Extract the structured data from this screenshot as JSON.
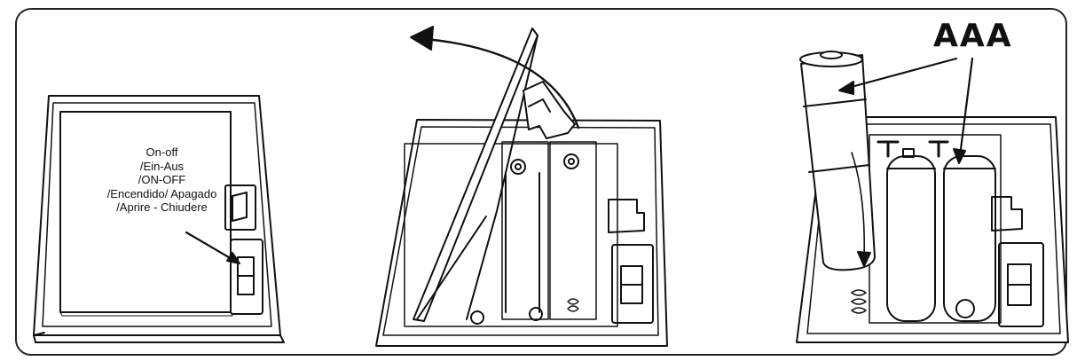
{
  "panels": [
    {
      "id": "switch-location"
    },
    {
      "id": "open-lid"
    },
    {
      "id": "insert-batteries"
    }
  ],
  "switch_label_lines": [
    "On-off",
    "/Ein-Aus",
    "/ON-OFF",
    "/Encendido/ Apagado",
    "/Aprire - Chiudere"
  ],
  "battery_type_label": "AAA",
  "colors": {
    "line": "#111111",
    "background": "#ffffff"
  }
}
